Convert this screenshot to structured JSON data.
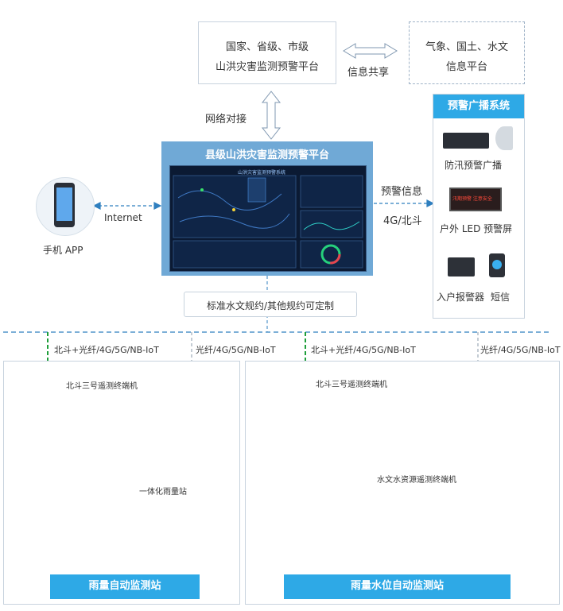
{
  "top_left_box": {
    "line1": "国家、省级、市级",
    "line2": "山洪灾害监测预警平台"
  },
  "top_right_box": {
    "line1": "气象、国土、水文",
    "line2": "信息平台"
  },
  "labels": {
    "info_share": "信息共享",
    "network_dock": "网络对接",
    "internet": "Internet",
    "warning_info": "预警信息",
    "comm_4g_beidou": "4G/北斗",
    "protocol": "标准水文规约/其他规约可定制"
  },
  "county_platform": {
    "title": "县级山洪灾害监测预警平台",
    "screen_title": "山洪灾害监测预警系统"
  },
  "mobile": {
    "label": "手机 APP"
  },
  "broadcast": {
    "title": "预警广播系统",
    "item1": "防汛预警广播",
    "led_text": "汛期预警 注意安全",
    "item2": "户外 LED 预警屏",
    "item3a": "入户报警器",
    "item3b": "短信"
  },
  "links": {
    "left_green": "北斗+光纤/4G/5G/NB-IoT",
    "left_gray": "光纤/4G/5G/NB-IoT",
    "right_green": "北斗+光纤/4G/5G/NB-IoT",
    "right_gray": "光纤/4G/5G/NB-IoT"
  },
  "stations": {
    "rain": {
      "terminal": "北斗三号遥测终端机",
      "integrated": "一体化雨量站",
      "title": "雨量自动监测站"
    },
    "water": {
      "terminal": "北斗三号遥测终端机",
      "hydro": "水文水资源遥测终端机",
      "title": "雨量水位自动监测站"
    }
  },
  "colors": {
    "accent": "#2ea9e6",
    "platform": "#70a9d6",
    "green_link": "#1e9e3a",
    "dashed_line": "#2f7fbf"
  }
}
